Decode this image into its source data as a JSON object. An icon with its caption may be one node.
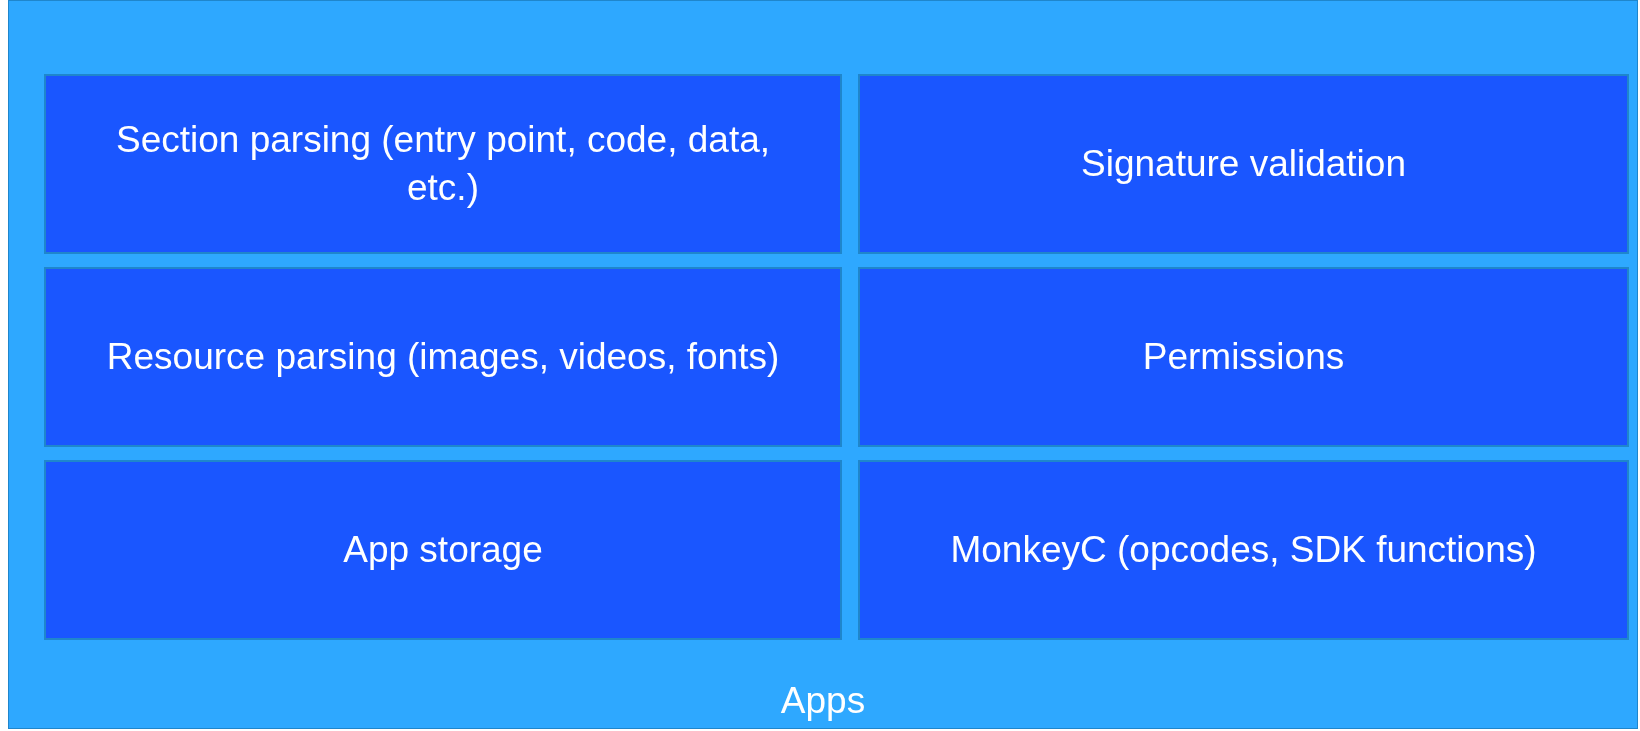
{
  "diagram": {
    "nodes": [
      {
        "text": [
          "Apps"
        ]
      },
      {
        "text": [
          "Section parsing (entry point, code, data, etc.)"
        ],
        "in": 0
      },
      {
        "text": [
          "Signature validation"
        ],
        "in": 0
      },
      {
        "text": [
          "Resource parsing (images, videos, fonts)"
        ],
        "in": 0
      },
      {
        "text": [
          "Permissions"
        ],
        "in": 0
      },
      {
        "text": [
          "App storage"
        ],
        "in": 0
      },
      {
        "text": [
          "MonkeyC (opcodes, SDK functions)"
        ],
        "in": 0
      }
    ]
  }
}
